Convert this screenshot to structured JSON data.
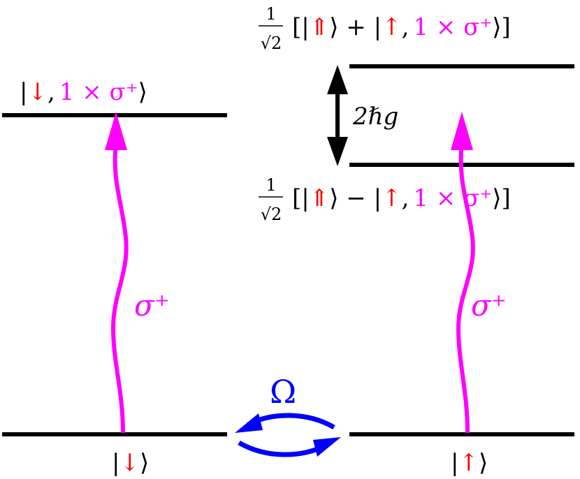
{
  "colors": {
    "black": "#000000",
    "magenta": "#ff00ff",
    "red": "#ff0000",
    "blue": "#0000ff"
  },
  "labels": {
    "left_upper_state": {
      "bar_open": "|",
      "spin": "↓",
      "comma": ",",
      "photon": "1 × σ⁺",
      "ket_close": "⟩"
    },
    "left_ground_state": {
      "bar_open": "|",
      "spin": "↓",
      "ket_close": "⟩"
    },
    "right_ground_state": {
      "bar_open": "|",
      "spin": "↑",
      "ket_close": "⟩"
    },
    "upper_dressed_state": {
      "frac_num": "1",
      "frac_den": "√2",
      "open": "[|",
      "double_spin": "⇑",
      "mid": "⟩ + |",
      "spin": "↑",
      "comma": ",",
      "photon": "1 × σ⁺",
      "close": "⟩]"
    },
    "lower_dressed_state": {
      "frac_num": "1",
      "frac_den": "√2",
      "open": "[|",
      "double_spin": "⇑",
      "mid": "⟩ − |",
      "spin": "↑",
      "comma": ",",
      "photon": "1 × σ⁺",
      "close": "⟩]"
    },
    "splitting": "2ℏg",
    "left_transition": "σ⁺",
    "right_transition": "σ⁺",
    "rabi": "Ω"
  },
  "icons": {
    "splitting_arrow": "double-arrow-vertical",
    "rabi_arrows": "exchange-arrows",
    "photon_arrow": "wavy-arrow-up"
  }
}
